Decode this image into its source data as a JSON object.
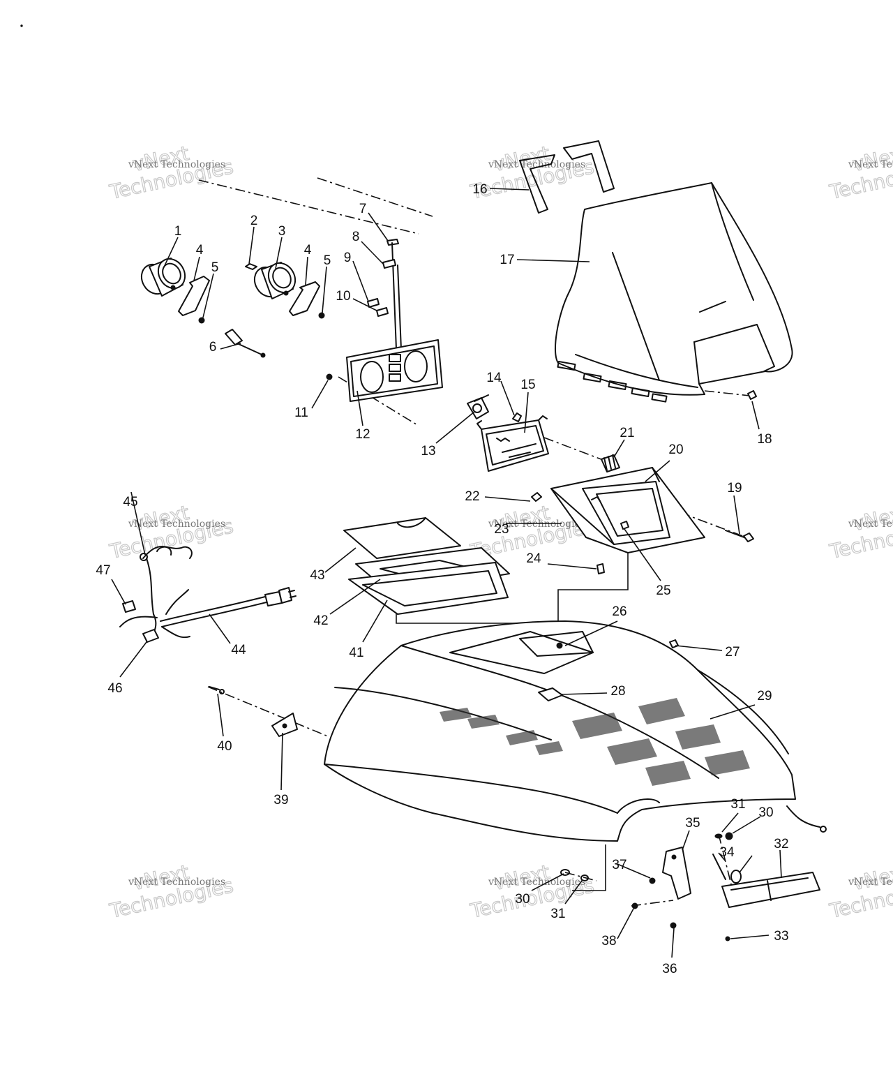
{
  "watermark": {
    "small_text": "vNext Technologies",
    "large_text": "Technologies",
    "top_text": "vNext"
  },
  "callouts": [
    "1",
    "2",
    "3",
    "4",
    "5",
    "6",
    "7",
    "8",
    "9",
    "10",
    "11",
    "12",
    "13",
    "14",
    "15",
    "16",
    "17",
    "18",
    "19",
    "20",
    "21",
    "22",
    "23",
    "24",
    "25",
    "26",
    "27",
    "28",
    "29",
    "30",
    "31",
    "32",
    "33",
    "34",
    "35",
    "36",
    "37",
    "38",
    "39",
    "40",
    "41",
    "42",
    "43",
    "44",
    "45",
    "46",
    "47"
  ]
}
